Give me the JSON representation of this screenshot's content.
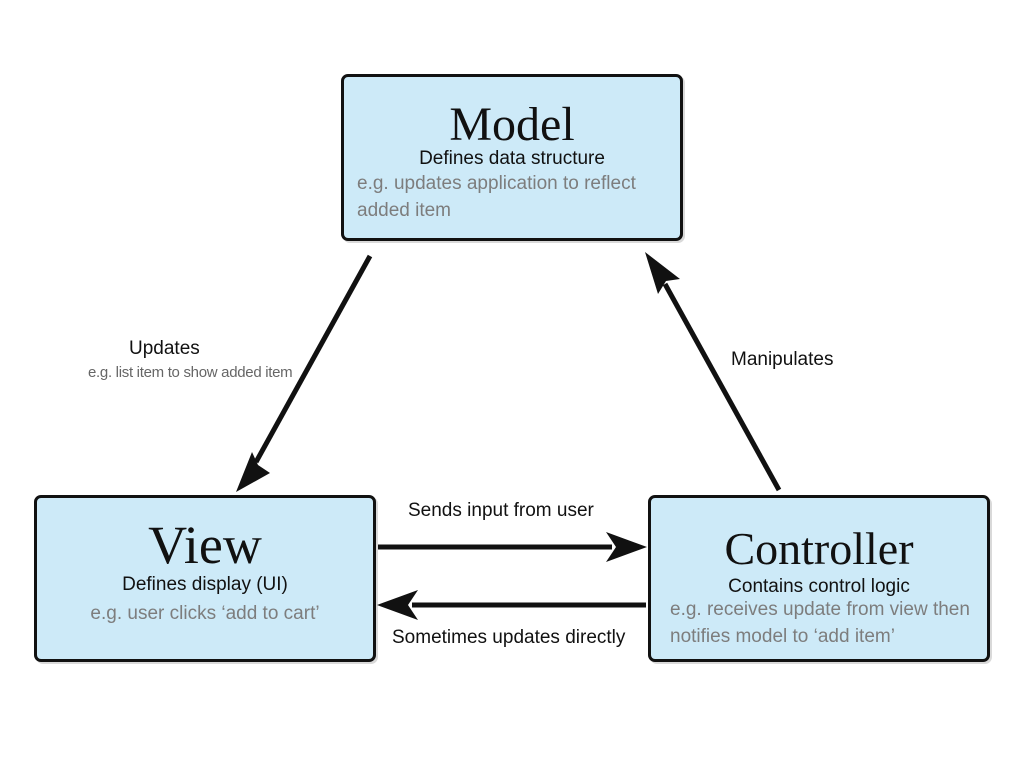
{
  "colors": {
    "box_fill": "#cdeaf8",
    "border": "#111111",
    "example_text": "#7d7d7d",
    "arrow": "#111111"
  },
  "model": {
    "title": "Model",
    "role": "Defines data structure",
    "example": "e.g. updates application to reflect added item"
  },
  "view": {
    "title": "View",
    "role": "Defines display (UI)",
    "example": "e.g. user clicks ‘add to cart’"
  },
  "controller": {
    "title": "Controller",
    "role": "Contains control logic",
    "example": "e.g. receives update from view then notifies model to ‘add item’"
  },
  "edges": {
    "model_to_view": {
      "label": "Updates",
      "detail": "e.g. list item to show added item"
    },
    "controller_to_model": {
      "label": "Manipulates"
    },
    "view_to_controller": {
      "label": "Sends input from user"
    },
    "controller_to_view": {
      "label": "Sometimes updates directly"
    }
  }
}
